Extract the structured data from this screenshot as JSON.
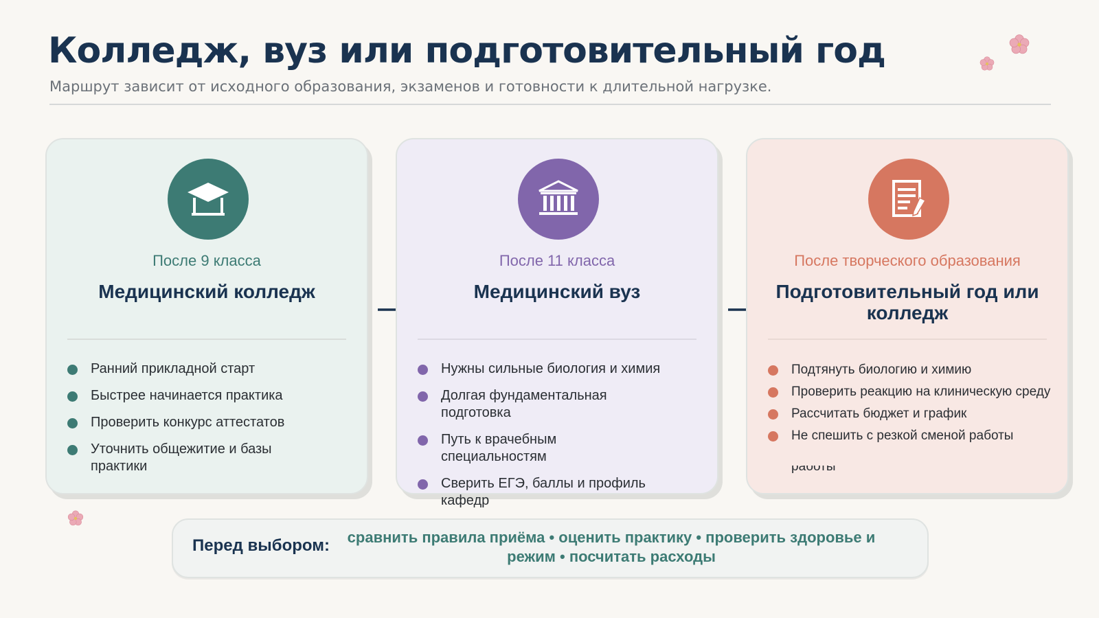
{
  "header": {
    "title": "Колледж, вуз или подготовительный год",
    "subtitle": "Маршрут зависит от исходного образования, экзаменов и готовности к длительной нагрузке."
  },
  "colors": {
    "teal": "#3d7b74",
    "purple": "#8166ab",
    "coral": "#d67760",
    "navy": "#1a3350"
  },
  "cards": [
    {
      "icon": "graduation-cap-icon",
      "kicker": "После 9 класса",
      "heading": "Медицинский колледж",
      "items": [
        "Ранний прикладной старт",
        "Быстрее начинается практика",
        "Проверить конкурс аттестатов",
        "Уточнить общежитие и базы практики"
      ]
    },
    {
      "icon": "university-building-icon",
      "kicker": "После 11 класса",
      "heading": "Медицинский вуз",
      "items": [
        "Нужны сильные биология и химия",
        "Долгая фундаментальная подготовка",
        "Путь к врачебным специальностям",
        "Сверить ЕГЭ, баллы и профиль кафедр"
      ]
    },
    {
      "icon": "document-edit-icon",
      "kicker": "После творческого образования",
      "heading": "Подготовительный год или колледж",
      "items": [
        "Подтянуть биологию и химию",
        "Проверить реакцию на клиническую среду",
        "Рассчитать бюджет и график",
        "Не спешить с резкой сменой работы"
      ],
      "overflow": "работы"
    }
  ],
  "note": {
    "label": "Перед выбором:",
    "text": "сравнить правила приёма • оценить практику • проверить здоровье и режим • посчитать расходы"
  }
}
